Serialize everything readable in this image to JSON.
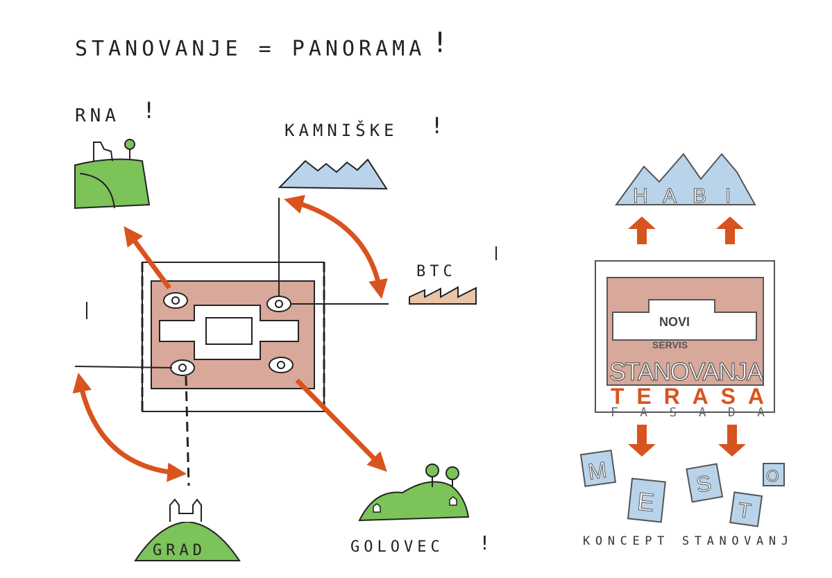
{
  "title": "STANOVANJE = PANORAMA",
  "exclaim": "!",
  "landmarks": {
    "top_left": "RNA",
    "kamniske": "KAMNIŠKE",
    "btc": "BTC",
    "grad": "GRAD",
    "golovec": "GOLOVEC"
  },
  "concept": {
    "mountain_letters": [
      "H",
      "A",
      "B",
      "I"
    ],
    "block_label_1": "NOVI",
    "block_label_2": "SERVIS",
    "stanovanja": "STANOVANJA",
    "terasa": "TERASA",
    "fasada": "FASADA",
    "mesto_letters": [
      "M",
      "E",
      "S",
      "T",
      "O"
    ],
    "caption": "KONCEPT STANOVANJ"
  },
  "colors": {
    "green": "#7cc35a",
    "blue": "#b9d3ea",
    "building": "#d8a89a",
    "arrow": "#d9531e",
    "ink": "#222222"
  }
}
